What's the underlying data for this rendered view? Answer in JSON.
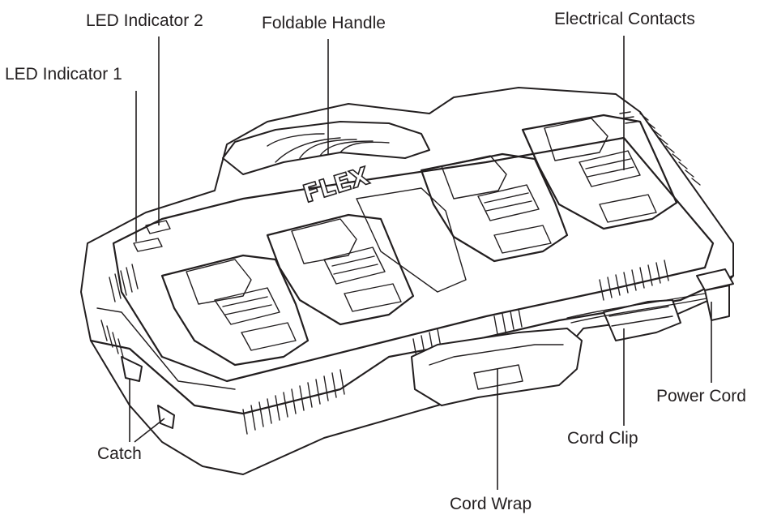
{
  "brand": {
    "logo_text": "FLEX"
  },
  "labels": {
    "led_indicator_1": "LED Indicator 1",
    "led_indicator_2": "LED Indicator 2",
    "foldable_handle": "Foldable Handle",
    "electrical_contacts": "Electrical Contacts",
    "power_cord": "Power Cord",
    "cord_clip": "Cord Clip",
    "cord_wrap": "Cord Wrap",
    "catch": "Catch"
  }
}
